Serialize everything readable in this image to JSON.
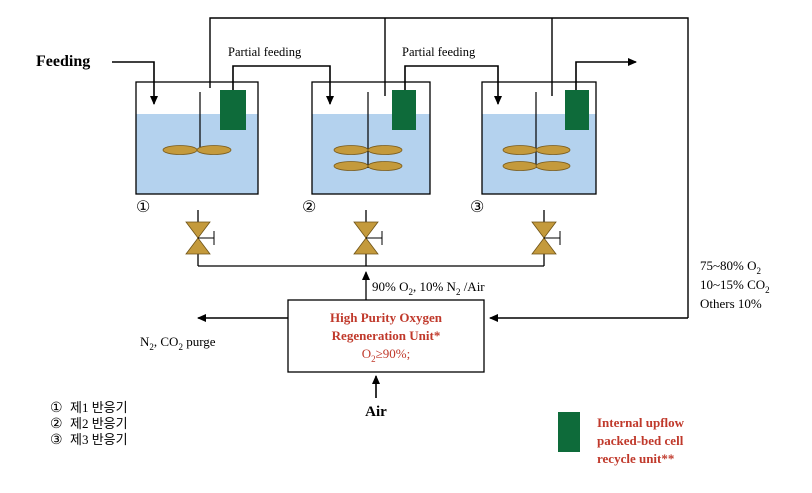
{
  "labels": {
    "feeding": "Feeding",
    "partial_feeding_1": "Partial feeding",
    "partial_feeding_2": "Partial feeding",
    "reactor_num_1": "①",
    "reactor_num_2": "②",
    "reactor_num_3": "③",
    "supply_gas": {
      "a": "90% O",
      "b": "2",
      "c": ", 10% N",
      "d": "2",
      "e": " /Air"
    },
    "offgas_o2": {
      "a": "75~80% O",
      "b": "2"
    },
    "offgas_co2": {
      "a": "10~15% CO",
      "b": "2"
    },
    "offgas_others": "Others 10%",
    "purge": {
      "a": "N",
      "b": "2",
      "c": ", CO",
      "d": "2",
      "e": " purge"
    },
    "unit_title_1": "High Purity Oxygen",
    "unit_title_2": "Regeneration Unit*",
    "unit_spec": {
      "a": "O",
      "b": "2",
      "c": "≥90%;"
    },
    "air": "Air"
  },
  "legend": {
    "items": [
      {
        "num": "①",
        "text": "제1 반응기"
      },
      {
        "num": "②",
        "text": "제2 반응기"
      },
      {
        "num": "③",
        "text": "제3 반응기"
      }
    ],
    "cell_unit_1": "Internal upflow",
    "cell_unit_2": "packed-bed cell",
    "cell_unit_3": "recycle unit**"
  },
  "colors": {
    "liquid": "#b4d2ee",
    "cell_unit": "#0e6b3a",
    "impeller": "#c49a3c",
    "valve": "#c49a3c",
    "accent_text": "#c0392b",
    "line": "#000000"
  }
}
